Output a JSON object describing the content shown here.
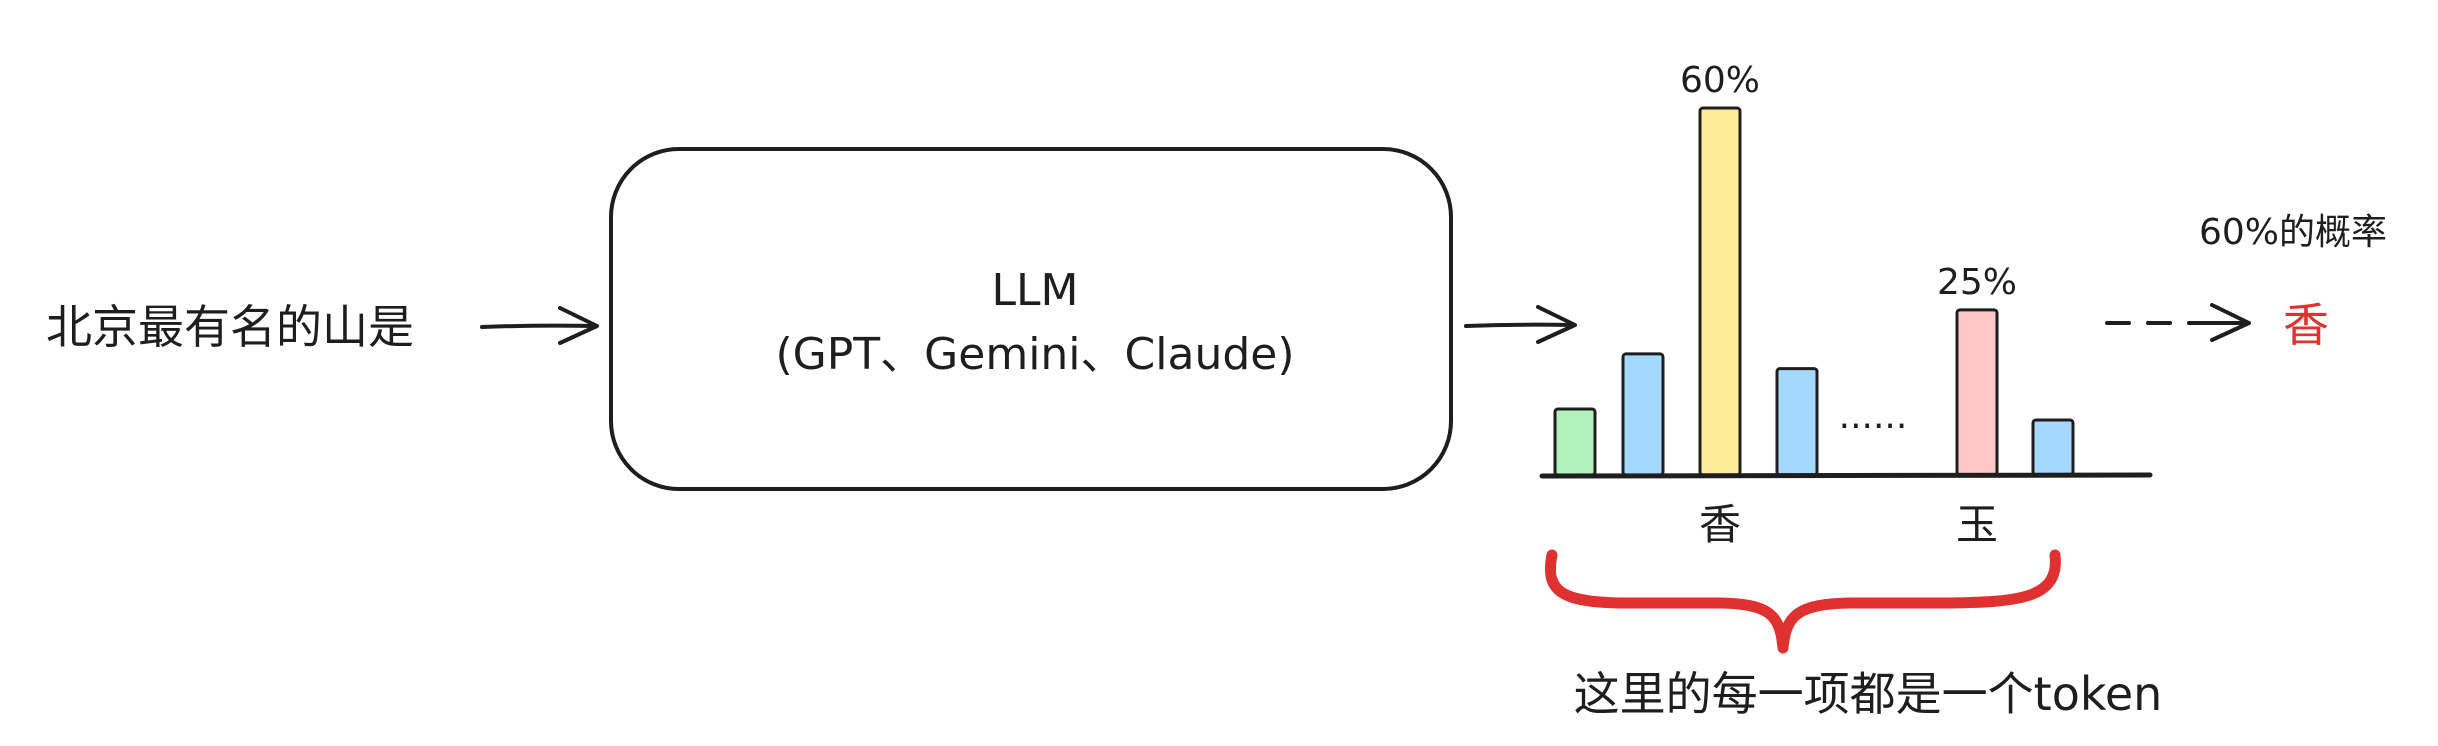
{
  "input_prompt": "北京最有名的山是",
  "model": {
    "title": "LLM",
    "subtitle": "(GPT、Gemini、Claude)"
  },
  "distribution": {
    "bars": [
      {
        "prob_label": "",
        "value": 0.18,
        "color": "#b2f2bb",
        "token_label": ""
      },
      {
        "prob_label": "",
        "value": 0.33,
        "color": "#a5d8ff",
        "token_label": ""
      },
      {
        "prob_label": "60%",
        "value": 1.0,
        "color": "#ffec99",
        "token_label": "香"
      },
      {
        "prob_label": "",
        "value": 0.29,
        "color": "#a5d8ff",
        "token_label": ""
      },
      {
        "prob_label": "25%",
        "value": 0.45,
        "color": "#ffc9c9",
        "token_label": "玉"
      },
      {
        "prob_label": "",
        "value": 0.15,
        "color": "#a5d8ff",
        "token_label": ""
      }
    ],
    "ellipsis": "......"
  },
  "result": {
    "probability_text": "60%的概率",
    "token": "香",
    "token_color": "#e03131"
  },
  "brace_caption": "这里的每一项都是一个token",
  "brace_color": "#e03131"
}
